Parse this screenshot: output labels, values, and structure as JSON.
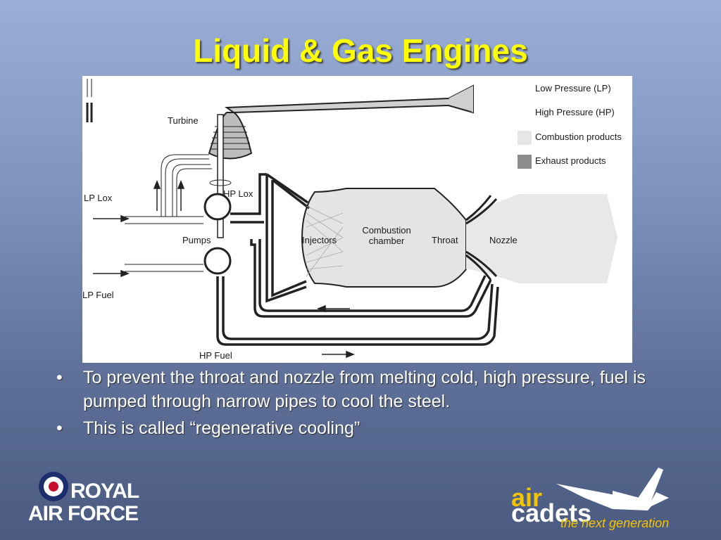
{
  "title": "Liquid & Gas Engines",
  "diagram": {
    "labels": {
      "turbine": "Turbine",
      "lp_lox": "LP Lox",
      "hp_lox": "HP Lox",
      "pumps": "Pumps",
      "lp_fuel": "LP Fuel",
      "injectors": "Injectors",
      "combustion_line1": "Combustion",
      "combustion_line2": "chamber",
      "throat": "Throat",
      "nozzle": "Nozzle",
      "hp_fuel": "HP Fuel"
    },
    "legend": [
      {
        "label": "Low Pressure (LP)",
        "icon": "thin-double-line"
      },
      {
        "label": "High  Pressure (HP)",
        "icon": "thick-double-line"
      },
      {
        "label": "Combustion products",
        "icon": "light-gray-swatch",
        "color": "#e6e6e6"
      },
      {
        "label": "Exhaust products",
        "icon": "dark-gray-swatch",
        "color": "#8c8c8c"
      }
    ]
  },
  "bullets": [
    {
      "marker": "•",
      "text": "To prevent the throat and nozzle from melting cold, high pressure, fuel is pumped through narrow pipes to cool the steel."
    },
    {
      "marker": "•",
      "text": "This is called “regenerative cooling”"
    }
  ],
  "logos": {
    "raf": {
      "line1": "ROYAL",
      "line2": "AIR FORCE"
    },
    "air_cadets": {
      "word1": "air",
      "word2": "cadets",
      "tagline": "the next generation"
    }
  },
  "colors": {
    "title": "#ffff00",
    "cadets_yellow": "#f5c400",
    "tagline": "#f5c400"
  }
}
